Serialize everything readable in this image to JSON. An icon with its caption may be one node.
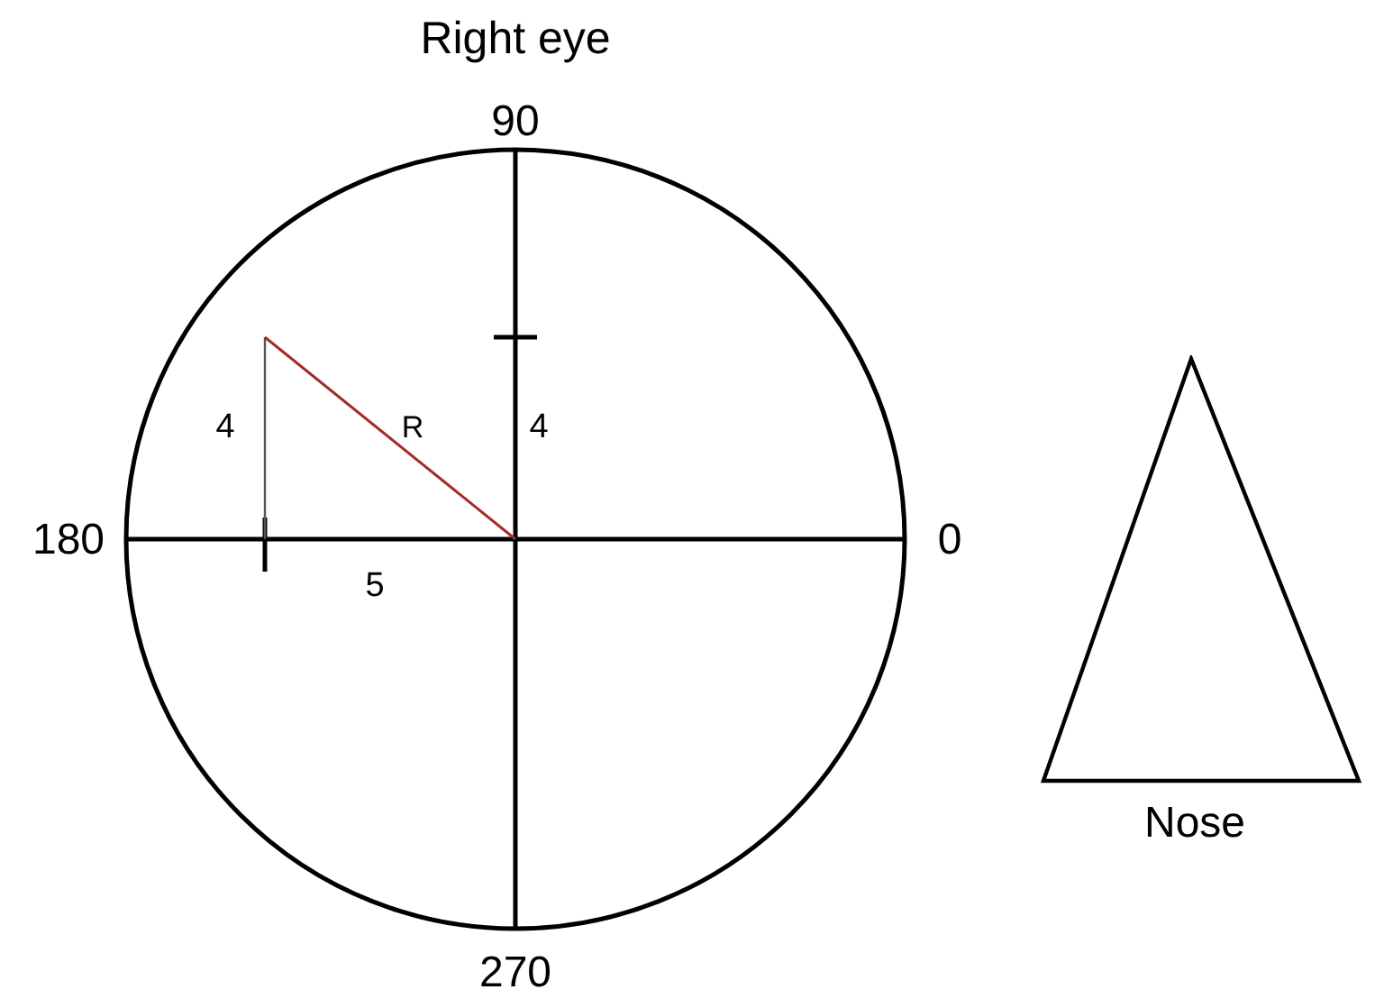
{
  "diagram": {
    "title": "Right eye",
    "nodes": [
      {
        "text": [
          "Nose"
        ]
      }
    ],
    "labels": [
      "90",
      "180",
      "0",
      "270",
      "4",
      "R",
      "4",
      "5"
    ]
  }
}
